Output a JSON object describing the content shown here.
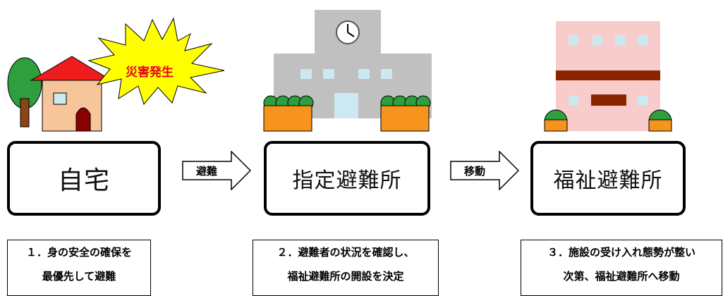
{
  "stages": [
    {
      "title": "自宅",
      "note_line1": "１．身の安全の確保を",
      "note_line2": "最優先して避難"
    },
    {
      "title": "指定避難所",
      "note_line1": "２．避難者の状況を確認し、",
      "note_line2": "福祉避難所の開設を決定"
    },
    {
      "title": "福祉避難所",
      "note_line1": "３．施設の受け入れ態勢が整い",
      "note_line2": "次第、福祉避難所へ移動"
    }
  ],
  "arrows": [
    {
      "label": "避難"
    },
    {
      "label": "移動"
    }
  ],
  "burst_label": "災害発生",
  "icons": [
    "house-icon",
    "tree-icon",
    "explosion-burst-icon",
    "school-building-icon",
    "clock-icon",
    "shrub-planter-icon",
    "welfare-facility-building-icon"
  ],
  "colors": {
    "roof": "#ee1c1c",
    "house_wall": "#f7c59a",
    "tree": "#2e9e3e",
    "trunk": "#8b4513",
    "burst": "#ffff00",
    "school": "#c0c0c0",
    "window": "#cce8f0",
    "planter": "#f7941d",
    "welfare_building": "#f9cccc",
    "welfare_stripe": "#8b2500"
  }
}
